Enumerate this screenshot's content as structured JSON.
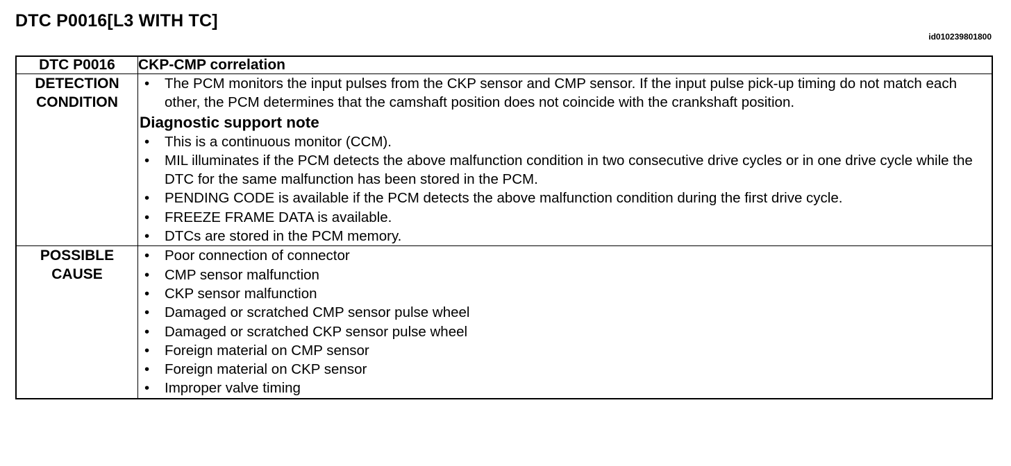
{
  "page": {
    "title": "DTC P0016[L3 WITH TC]",
    "doc_id": "id010239801800"
  },
  "table": {
    "header": {
      "code": "DTC P0016",
      "name": "CKP-CMP correlation"
    },
    "detection": {
      "label_line1": "DETECTION",
      "label_line2": "CONDITION",
      "intro_bullets": [
        "The PCM monitors the input pulses from the CKP sensor and CMP sensor. If the input pulse pick-up timing do not match each other, the PCM determines that the camshaft position does not coincide with the crankshaft position."
      ],
      "note_heading": "Diagnostic support note",
      "note_bullets": [
        "This is a continuous monitor (CCM).",
        "MIL illuminates if the PCM detects the above malfunction condition in two consecutive drive cycles or in one drive cycle while the DTC for the same malfunction has been stored in the PCM.",
        "PENDING CODE is available if the PCM detects the above malfunction condition during the first drive cycle.",
        "FREEZE FRAME DATA is available.",
        "DTCs are stored in the PCM memory."
      ]
    },
    "cause": {
      "label_line1": "POSSIBLE",
      "label_line2": "CAUSE",
      "bullets": [
        "Poor connection of connector",
        "CMP sensor malfunction",
        "CKP sensor malfunction",
        "Damaged or scratched CMP sensor pulse wheel",
        "Damaged or scratched CKP sensor pulse wheel",
        "Foreign material on CMP sensor",
        "Foreign material on CKP sensor",
        "Improper valve timing"
      ]
    }
  }
}
